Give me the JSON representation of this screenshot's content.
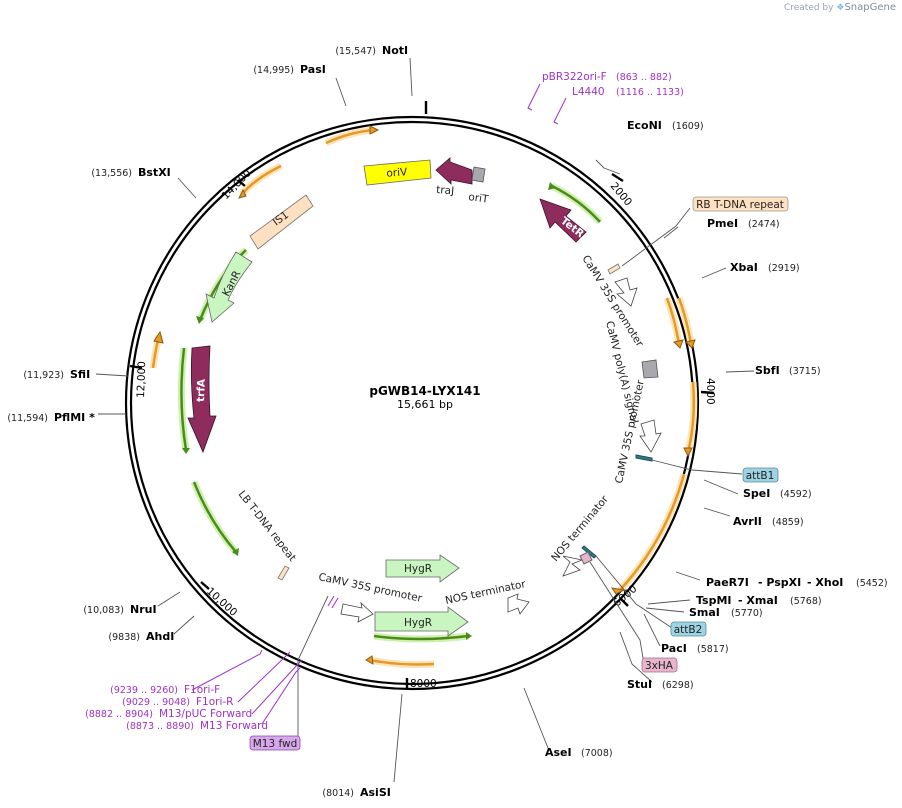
{
  "credit": {
    "prefix": "Created by",
    "brand": "SnapGene"
  },
  "plasmid": {
    "name": "pGWB14-LYX141",
    "size_text": "15,661 bp"
  },
  "ticks": [
    "2000",
    "4000",
    "6000",
    "8000",
    "10,000",
    "12,000",
    "14,000"
  ],
  "sites": [
    {
      "name": "NotI",
      "pos": "(15,547)"
    },
    {
      "name": "PasI",
      "pos": "(14,995)"
    },
    {
      "name": "EcoNI",
      "pos": "(1609)"
    },
    {
      "name": "PmeI",
      "pos": "(2474)"
    },
    {
      "name": "XbaI",
      "pos": "(2919)"
    },
    {
      "name": "SbfI",
      "pos": "(3715)"
    },
    {
      "name": "SpeI",
      "pos": "(4592)"
    },
    {
      "name": "AvrII",
      "pos": "(4859)"
    },
    {
      "name": "PaeR7I",
      "name2": "- PspXI",
      "name3": "- XhoI",
      "pos": "(5452)"
    },
    {
      "name": "TspMI",
      "name2": "- XmaI",
      "pos": "(5768)"
    },
    {
      "name": "SmaI",
      "pos": "(5770)"
    },
    {
      "name": "PacI",
      "pos": "(5817)"
    },
    {
      "name": "StuI",
      "pos": "(6298)"
    },
    {
      "name": "AseI",
      "pos": "(7008)"
    },
    {
      "name": "AsiSI",
      "pos": "(8014)"
    },
    {
      "name": "AhdI",
      "pos": "(9838)"
    },
    {
      "name": "NruI",
      "pos": "(10,083)"
    },
    {
      "name": "PflMI *",
      "pos": "(11,594)"
    },
    {
      "name": "SfiI",
      "pos": "(11,923)"
    },
    {
      "name": "BstXI",
      "pos": "(13,556)"
    }
  ],
  "primers": [
    {
      "name": "pBR322ori-F",
      "pos": "(863 .. 882)"
    },
    {
      "name": "L4440",
      "pos": "(1116 .. 1133)"
    },
    {
      "name": "F1ori-F",
      "pos": "(9239 .. 9260)"
    },
    {
      "name": "F1ori-R",
      "pos": "(9029 .. 9048)"
    },
    {
      "name": "M13/pUC Forward",
      "pos": "(8882 .. 8904)"
    },
    {
      "name": "M13 Forward",
      "pos": "(8873 .. 8890)"
    }
  ],
  "boxes": {
    "rb": "RB T-DNA repeat",
    "attb1": "attB1",
    "attb2": "attB2",
    "hax": "3xHA",
    "m13": "M13 fwd"
  },
  "features": {
    "oriv": "oriV",
    "traj": "traJ",
    "orit": "oriT",
    "tetr": "TetR",
    "is1": "IS1",
    "kanr": "KanR",
    "trfa": "trfA",
    "hygr1": "HygR",
    "hygr2": "HygR",
    "camv1": "CaMV 35S promoter",
    "polya": "CaMV poly(A) signal",
    "camv2": "CaMV 35S promoter",
    "nos1": "NOS terminator",
    "lb": "LB T-DNA repeat",
    "camv3": "CaMV 35S promoter",
    "nos2": "NOS terminator"
  },
  "colors": {
    "oriv": "#ffff00",
    "traj": "#8e2c5e",
    "tetr": "#8e2c5e",
    "trfa": "#8e2c5e",
    "is1": "#ffe0c0",
    "kanr": "#c8f5c0",
    "hygr": "#c8f5c0",
    "orf": "#e49a24",
    "orf_green": "#4a8c1a",
    "primer": "#a031c8",
    "attb": "#9ed3e3",
    "ha": "#e8b4cc",
    "rb_box": "#ffe0c0",
    "m13_box": "#d8a8ec"
  }
}
